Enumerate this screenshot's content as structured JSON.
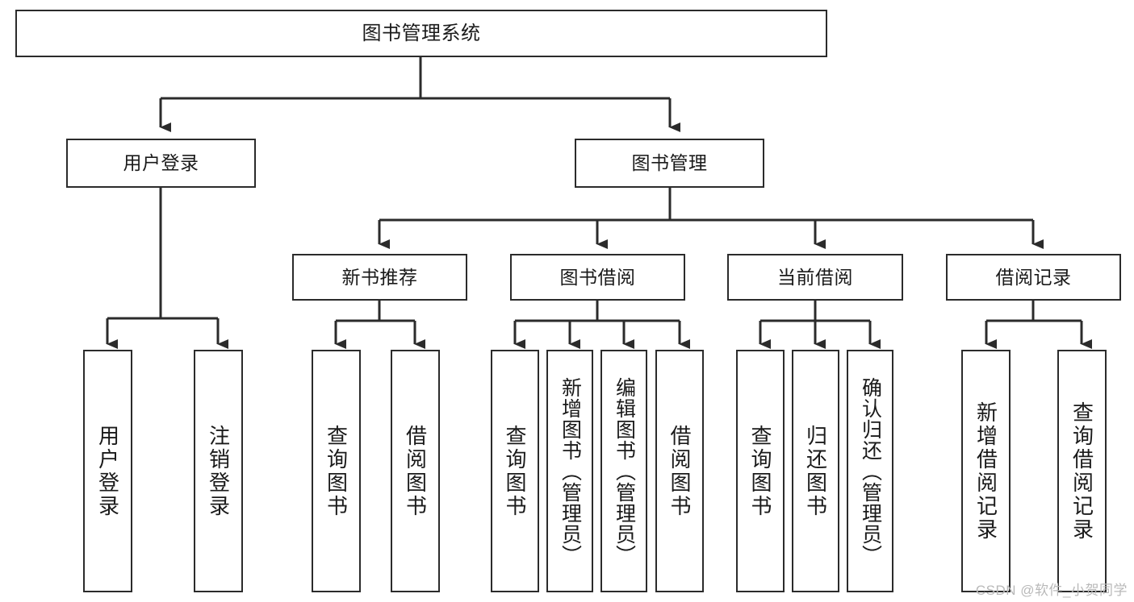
{
  "diagram": {
    "title": "图书管理系统",
    "type": "tree-hierarchy",
    "root": {
      "label": "图书管理系统"
    },
    "level2": [
      {
        "label": "用户登录"
      },
      {
        "label": "图书管理"
      }
    ],
    "level3": [
      {
        "label": "新书推荐"
      },
      {
        "label": "图书借阅"
      },
      {
        "label": "当前借阅"
      },
      {
        "label": "借阅记录"
      }
    ],
    "leaves": {
      "user_login": [
        {
          "label": "用户登录"
        },
        {
          "label": "注销登录"
        }
      ],
      "new_book_recommend": [
        {
          "label": "查询图书"
        },
        {
          "label": "借阅图书"
        }
      ],
      "book_borrow": [
        {
          "label": "查询图书"
        },
        {
          "label": "新增图书（管理员）"
        },
        {
          "label": "编辑图书（管理员）"
        },
        {
          "label": "借阅图书"
        }
      ],
      "current_borrow": [
        {
          "label": "查询图书"
        },
        {
          "label": "归还图书"
        },
        {
          "label": "确认归还（管理员）"
        }
      ],
      "borrow_record": [
        {
          "label": "新增借阅记录"
        },
        {
          "label": "查询借阅记录"
        }
      ]
    }
  },
  "watermark": {
    "text": "CSDN @软件_小贺同学"
  },
  "colors": {
    "box_border": "#2b2b2b",
    "box_fill": "#ffffff",
    "text": "#1a1a1a",
    "edge": "#2b2b2b",
    "watermark": "#b9b9b9"
  }
}
